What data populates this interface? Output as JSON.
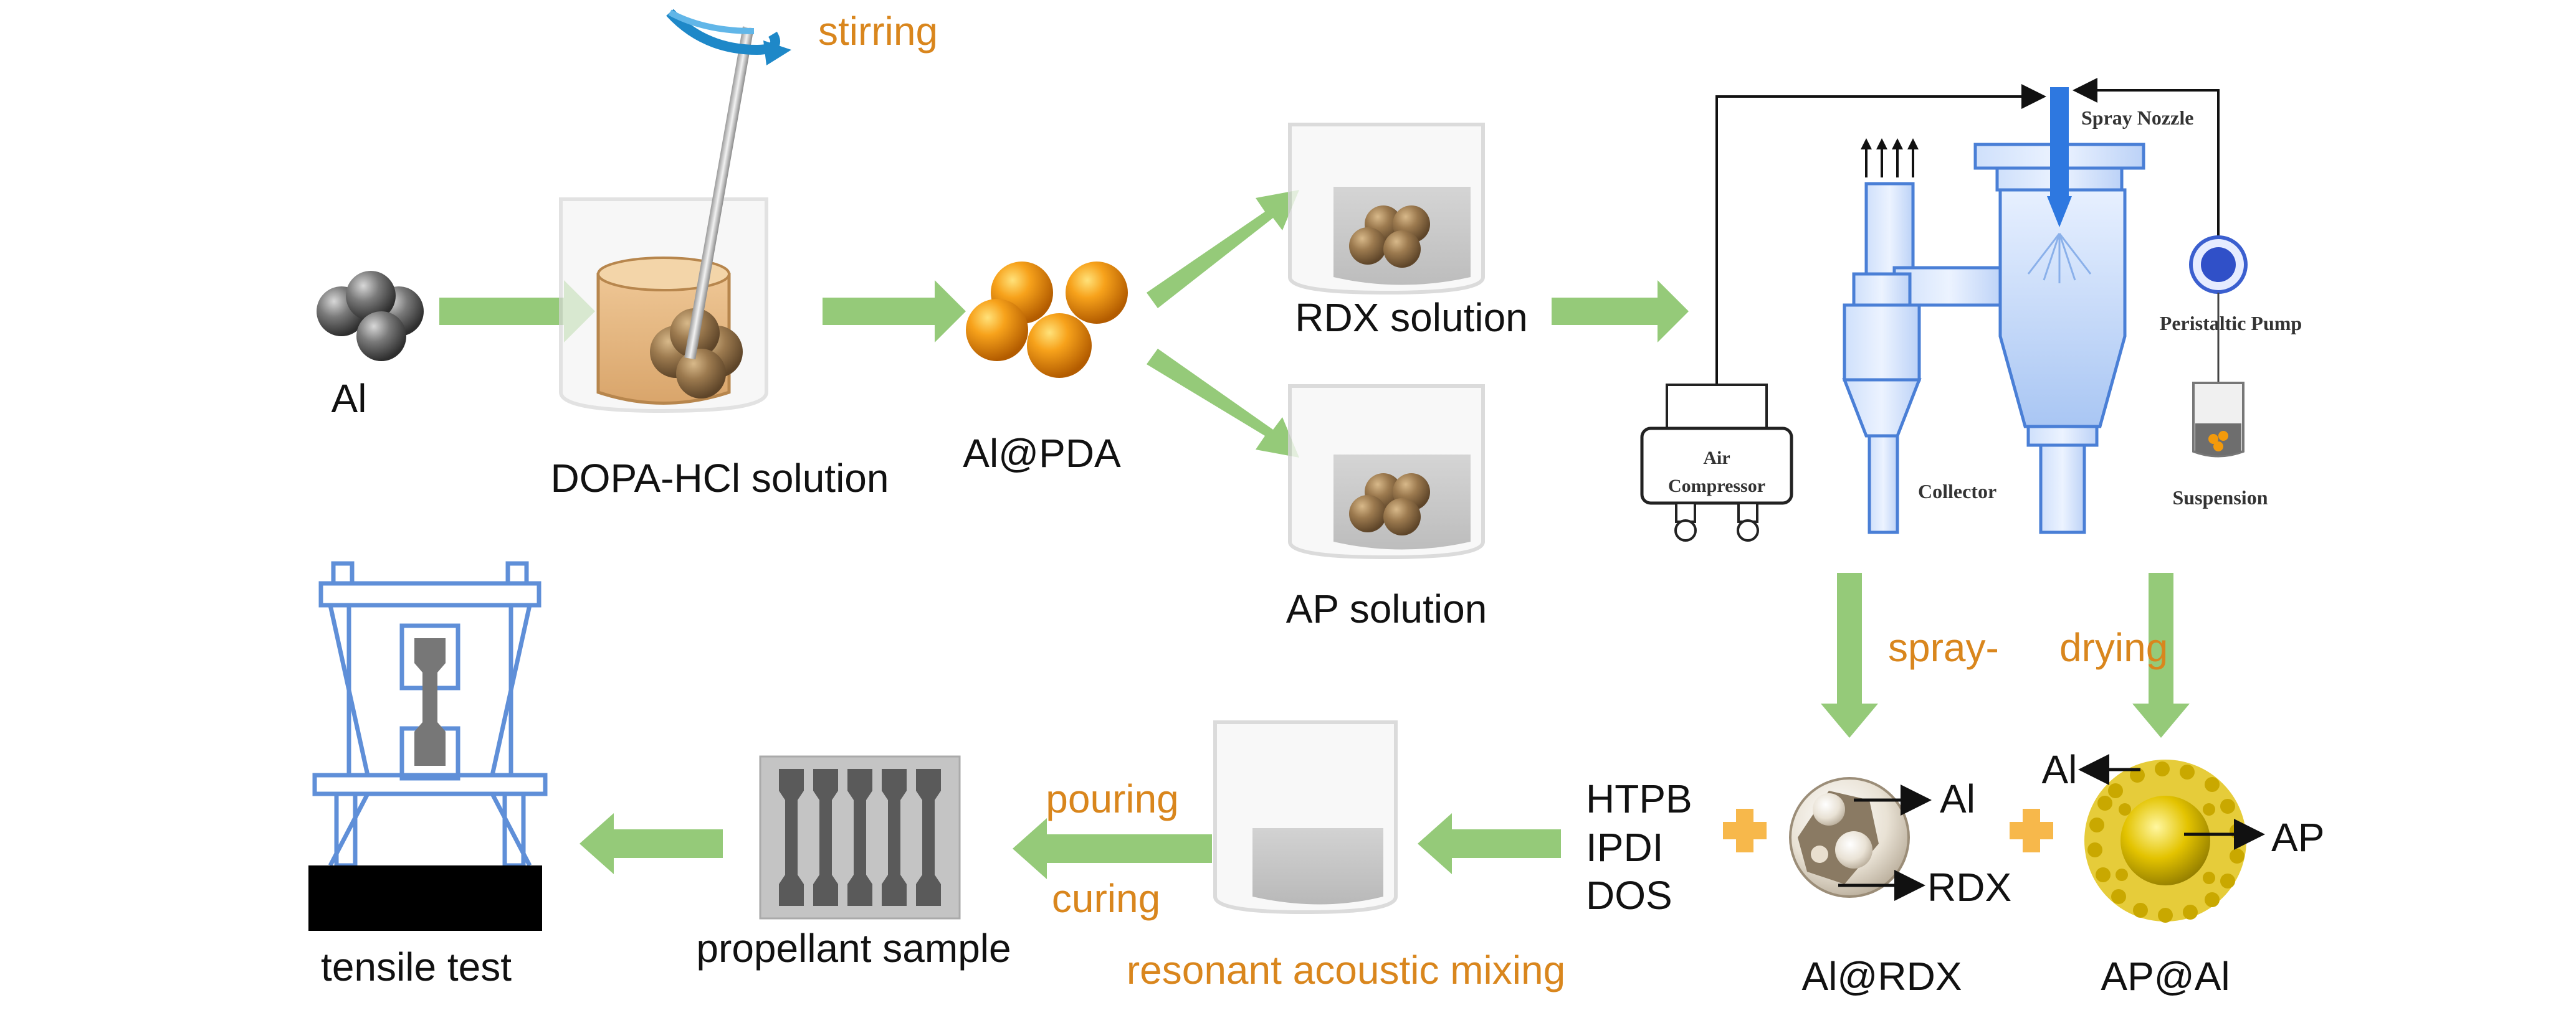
{
  "colors": {
    "arrow_green": "#8cc56e",
    "label_orange": "#d9861d",
    "apparatus_blue": "#4a7fd6",
    "plus_orange": "#f7b84b",
    "particle_orange": "#f39a0b",
    "particle_gray": "#595959",
    "particle_brown": "#8b6a44"
  },
  "labels": {
    "al": "Al",
    "dopa_solution": "DOPA-HCl solution",
    "stirring": "stirring",
    "al_pda": "Al@PDA",
    "rdx_solution": "RDX solution",
    "ap_solution": "AP solution",
    "spray_drying_1": "spray-",
    "spray_drying_2": "drying",
    "al_rdx": "Al@RDX",
    "ap_al": "AP@Al",
    "al_rdx_inner_al": "Al",
    "al_rdx_inner_rdx": "RDX",
    "ap_al_outer_al": "Al",
    "ap_al_inner_ap": "AP",
    "htpb": "HTPB",
    "ipdi": "IPDI",
    "dos": "DOS",
    "resonant_mixing": "resonant acoustic mixing",
    "pouring": "pouring",
    "curing": "curing",
    "propellant_sample": "propellant sample",
    "tensile_test": "tensile test"
  },
  "apparatus": {
    "spray_nozzle": "Spray Nozzle",
    "peristaltic_pump": "Peristaltic Pump",
    "suspension": "Suspension",
    "collector": "Collector",
    "air_compressor_1": "Air",
    "air_compressor_2": "Compressor"
  }
}
